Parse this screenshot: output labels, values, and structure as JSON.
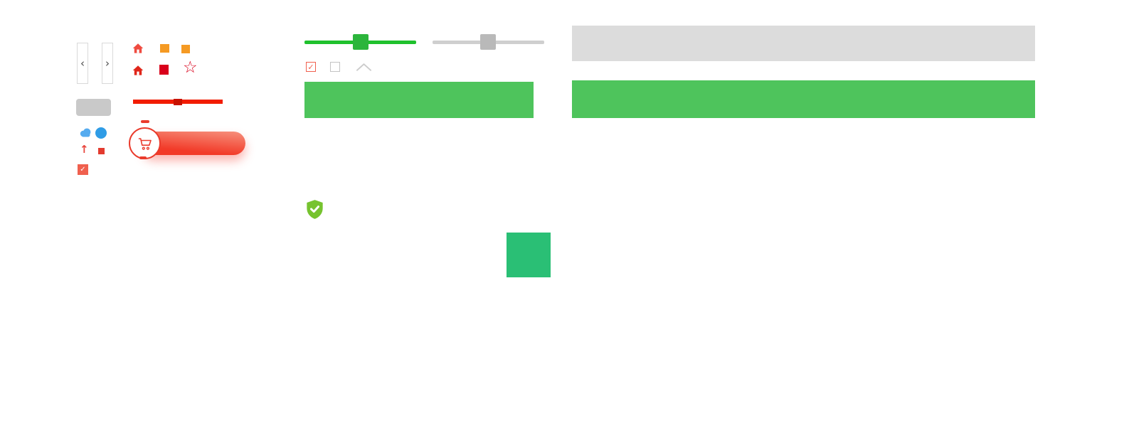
{
  "canvas": {
    "bg": "#ffffff"
  },
  "carousel": {
    "prev_glyph": "‹",
    "next_glyph": "›",
    "arrow_color": "#4a4a4a",
    "border_color": "#d9d9d9"
  },
  "icon_grid": {
    "home_color": "#ef4b40",
    "orange_square_color": "#f59a23",
    "shop_color": "#e0261a",
    "red_square_color": "#d9001b",
    "star_glyph": "☆",
    "star_color": "#d9001b"
  },
  "placeholders": {
    "gray_button_color": "#c9c9c9",
    "gray_banner_color": "#dcdcdc",
    "green_bar_color": "#4ec45c",
    "green_square_color": "#2abf75"
  },
  "red_slider": {
    "track_color": "#f21c00",
    "thumb_color": "#c81200",
    "value_percent": 50
  },
  "misc_icons": {
    "cloud_color": "#55abef",
    "circle_color": "#2f9ce6",
    "arrow_up_glyph": "↑",
    "arrow_up_color": "#e8453c",
    "red_dot_color": "#e33b2f",
    "checked_square_bg": "#f0604e",
    "check_glyph": "✓"
  },
  "cart_button": {
    "gradient_start": "#f6907c",
    "gradient_end": "#f23a28",
    "shadow_color": "rgba(244,67,54,0.40)",
    "circle_bg": "#ffffff",
    "circle_border": "#ea3b2c",
    "cart_icon_color": "#ea3b2c",
    "dash_color": "#ea3b2c"
  },
  "sliders": {
    "green": {
      "track": "#1fc12d",
      "thumb": "#2cb53c",
      "value_percent": 50
    },
    "gray": {
      "track": "#cfcfcf",
      "thumb": "#b9b9b9",
      "value_percent": 50
    }
  },
  "checkboxes": {
    "checked_border": "#f0604e",
    "checked_glyph": "✓",
    "unchecked_border": "#c3c3c3",
    "chevron_color": "#cccccc"
  },
  "shield": {
    "color": "#76c32f",
    "check_color": "#ffffff"
  }
}
